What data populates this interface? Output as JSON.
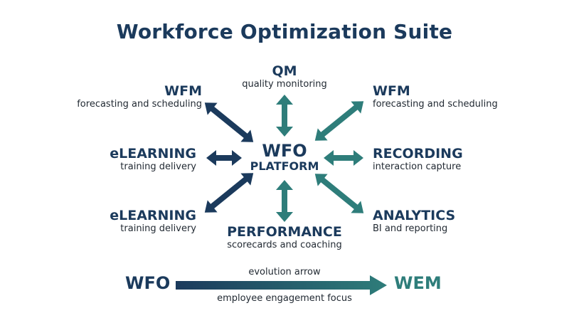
{
  "title": "Workforce Optimization Suite",
  "center": {
    "line1": "WFO",
    "line2": "PLATFORM"
  },
  "nodes": {
    "qm": {
      "name": "QM",
      "sub": "quality monitoring"
    },
    "wfm_left": {
      "name": "WFM",
      "sub": "forecasting and scheduling"
    },
    "wfm_right": {
      "name": "WFM",
      "sub": "forecasting and scheduling"
    },
    "elearning_top": {
      "name": "eLEARNING",
      "sub": "training delivery"
    },
    "recording": {
      "name": "RECORDING",
      "sub": "interaction capture"
    },
    "elearning_bottom": {
      "name": "eLEARNING",
      "sub": "training delivery"
    },
    "analytics": {
      "name": "ANALYTICS",
      "sub": "BI and reporting"
    },
    "performance": {
      "name": "PERFORMANCE",
      "sub": "scorecards and coaching"
    }
  },
  "evolution": {
    "from": "WFO",
    "to": "WEM",
    "top_label": "evolution arrow",
    "bottom_label": "employee engagement focus"
  },
  "colors": {
    "navy": "#1b3a5c",
    "teal": "#2e7d7a"
  }
}
